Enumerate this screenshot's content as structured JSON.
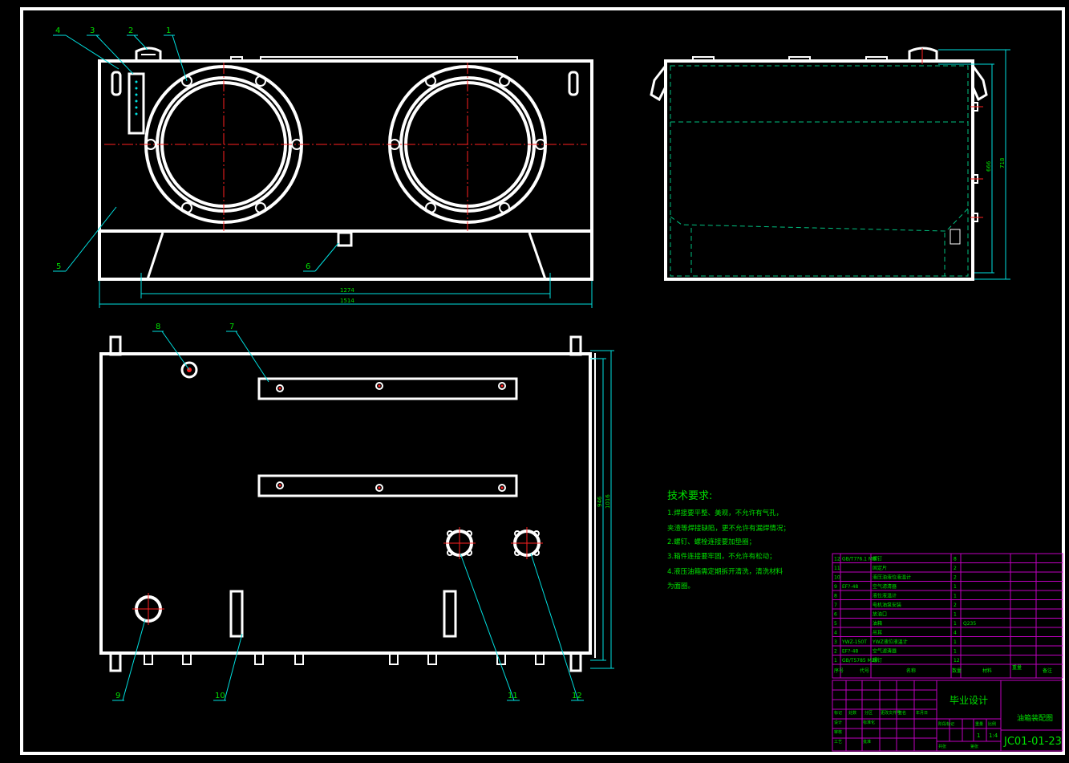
{
  "balloons": [
    {
      "id": "4",
      "text": "4"
    },
    {
      "id": "3",
      "text": "3"
    },
    {
      "id": "2",
      "text": "2"
    },
    {
      "id": "1",
      "text": "1"
    },
    {
      "id": "5",
      "text": "5"
    },
    {
      "id": "6",
      "text": "6"
    },
    {
      "id": "8",
      "text": "8"
    },
    {
      "id": "7",
      "text": "7"
    },
    {
      "id": "9",
      "text": "9"
    },
    {
      "id": "10",
      "text": "10"
    },
    {
      "id": "11",
      "text": "11"
    },
    {
      "id": "12",
      "text": "12"
    }
  ],
  "dimensions": {
    "front_inner": "1274",
    "front_overall": "1514",
    "side_inner": "666",
    "side_overall": "718",
    "top_inner": "946",
    "top_overall": "1016"
  },
  "tech_requirements": {
    "title": "技术要求:",
    "lines": [
      "1.焊接要平整、美观，不允许有气孔，",
      "夹渣等焊接缺陷，更不允许有漏焊情况；",
      "2.螺钉、螺栓连接要加垫圈；",
      "3.箱件连接要牢固，不允许有松动；",
      "4.液压油箱需定期拆开清洗，清洗材料",
      "为面圈。"
    ]
  },
  "parts_list": {
    "rows": [
      {
        "no": "12",
        "code": "GB/T7?6.1 M8",
        "name": "螺钉",
        "qty": "8",
        "material": ""
      },
      {
        "no": "11",
        "code": "",
        "name": "固定片",
        "qty": "2",
        "material": ""
      },
      {
        "no": "10",
        "code": "",
        "name": "液压油液位液温计",
        "qty": "2",
        "material": ""
      },
      {
        "no": "9",
        "code": "EF?-48",
        "name": "空气滤清器",
        "qty": "1",
        "material": ""
      },
      {
        "no": "8",
        "code": "",
        "name": "液位液温计",
        "qty": "1",
        "material": ""
      },
      {
        "no": "7",
        "code": "",
        "name": "电机油泵安装",
        "qty": "2",
        "material": ""
      },
      {
        "no": "6",
        "code": "",
        "name": "放油口",
        "qty": "1",
        "material": ""
      },
      {
        "no": "5",
        "code": "",
        "name": "油箱",
        "qty": "1",
        "material": "Q235"
      },
      {
        "no": "4",
        "code": "",
        "name": "吊耳",
        "qty": "4",
        "material": ""
      },
      {
        "no": "3",
        "code": "YWZ-150T",
        "name": "YWZ液位液温计",
        "qty": "1",
        "material": ""
      },
      {
        "no": "2",
        "code": "EF?-48",
        "name": "空气滤清器",
        "qty": "1",
        "material": ""
      },
      {
        "no": "1",
        "code": "GB/T5785 M20",
        "name": "螺钉",
        "qty": "12",
        "material": ""
      }
    ],
    "header": {
      "no": "序号",
      "code": "代号",
      "name": "名称",
      "qty": "数量",
      "material": "材料",
      "weight": "重量",
      "note": "备注"
    }
  },
  "title_block": {
    "project": "毕业设计",
    "drawing_name": "油箱装配图",
    "scale": "1:4",
    "sheet_qty": "1",
    "drawing_no": "JC01-01-23",
    "labels": [
      "标记",
      "处数",
      "分区",
      "更改文件号",
      "签名",
      "年月日",
      "设计",
      "标准化",
      "审核",
      "工艺",
      "批准",
      "阶段标记",
      "重量",
      "比例",
      "共张",
      "第张"
    ]
  },
  "colors": {
    "background": "#000000",
    "outline": "#ffffff",
    "text": "#00e000",
    "leader": "#00e0e0",
    "center": "#ff2020",
    "table": "#c000c0"
  }
}
